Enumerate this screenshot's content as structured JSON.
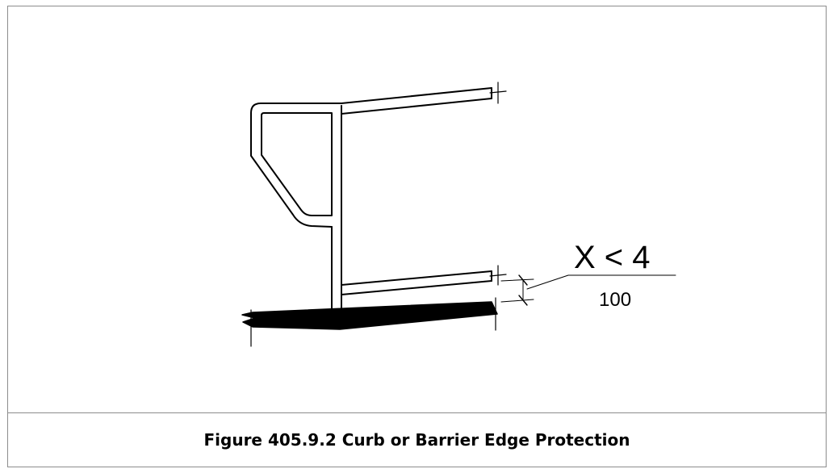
{
  "figure": {
    "caption": "Figure 405.9.2 Curb or Barrier Edge Protection",
    "dimension": {
      "imperial": "X < 4",
      "metric": "100"
    }
  },
  "colors": {
    "border": "#8c8c8c",
    "ink": "#000000",
    "background": "#ffffff"
  }
}
